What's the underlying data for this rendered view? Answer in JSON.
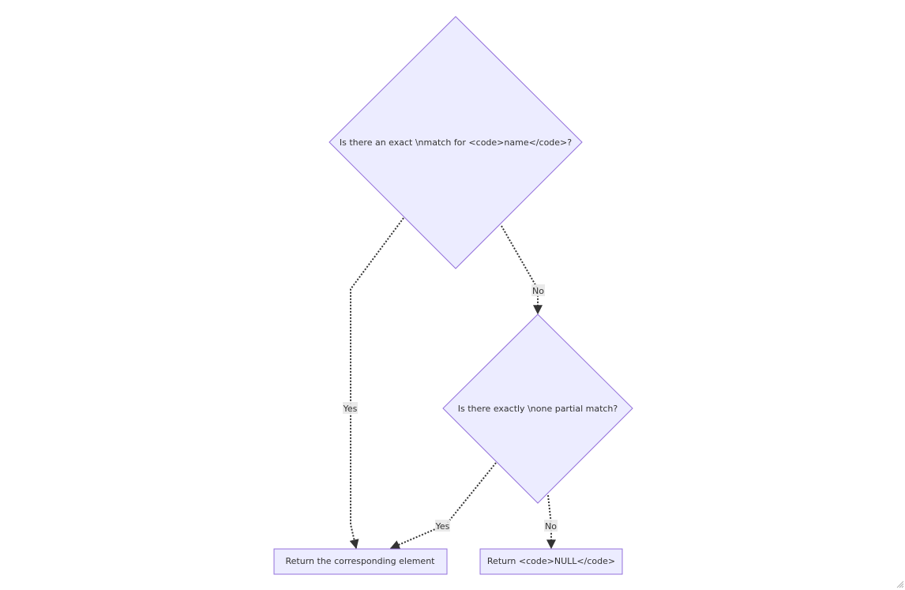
{
  "nodes": {
    "exact_match": {
      "label": "Is there an exact \\nmatch for <code>name</code>?"
    },
    "one_partial": {
      "label": "Is there exactly \\none partial match?"
    },
    "return_element": {
      "label": "Return the corresponding element"
    },
    "return_null": {
      "label": "Return <code>NULL</code>"
    }
  },
  "edges": {
    "exact_yes": {
      "label": "Yes"
    },
    "exact_no": {
      "label": "No"
    },
    "partial_yes": {
      "label": "Yes"
    },
    "partial_no": {
      "label": "No"
    }
  },
  "colors": {
    "node_fill": "#ececff",
    "node_stroke": "#9370db",
    "edge_stroke": "#333333",
    "label_background": "#e8e8e8"
  }
}
